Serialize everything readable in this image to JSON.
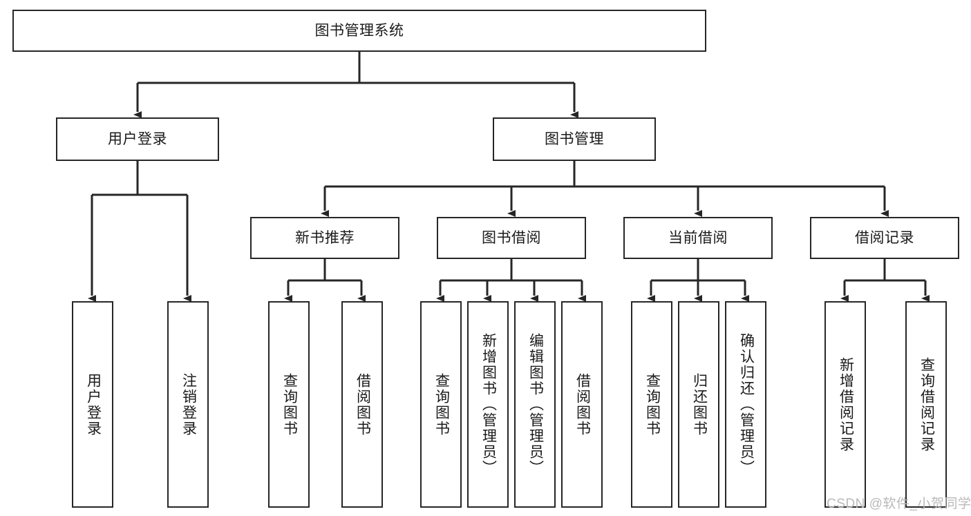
{
  "diagram": {
    "title": "图书管理系统",
    "type": "tree-hierarchy-diagram",
    "colors": {
      "box_border": "#262626",
      "box_fill": "#ffffff",
      "connector": "#262626",
      "background": "#ffffff",
      "watermark": "#b9b9b9"
    },
    "root": {
      "label": "图书管理系统",
      "orientation": "horizontal"
    },
    "level2": [
      {
        "label": "用户登录",
        "orientation": "horizontal"
      },
      {
        "label": "图书管理",
        "orientation": "horizontal"
      }
    ],
    "level3": [
      {
        "label": "新书推荐",
        "orientation": "horizontal"
      },
      {
        "label": "图书借阅",
        "orientation": "horizontal"
      },
      {
        "label": "当前借阅",
        "orientation": "horizontal"
      },
      {
        "label": "借阅记录",
        "orientation": "horizontal"
      }
    ],
    "leaves": {
      "user_login": [
        {
          "label": "用户登录",
          "orientation": "vertical"
        },
        {
          "label": "注销登录",
          "orientation": "vertical"
        }
      ],
      "new_book_recommend": [
        {
          "label": "查询图书",
          "orientation": "vertical"
        },
        {
          "label": "借阅图书",
          "orientation": "vertical"
        }
      ],
      "book_borrow": [
        {
          "label": "查询图书",
          "orientation": "vertical"
        },
        {
          "label": "新增图书（管理员）",
          "orientation": "vertical"
        },
        {
          "label": "编辑图书（管理员）",
          "orientation": "vertical"
        },
        {
          "label": "借阅图书",
          "orientation": "vertical"
        }
      ],
      "current_borrow": [
        {
          "label": "查询图书",
          "orientation": "vertical"
        },
        {
          "label": "归还图书",
          "orientation": "vertical"
        },
        {
          "label": "确认归还（管理员）",
          "orientation": "vertical"
        }
      ],
      "borrow_record": [
        {
          "label": "新增借阅记录",
          "orientation": "vertical"
        },
        {
          "label": "查询借阅记录",
          "orientation": "vertical"
        }
      ]
    }
  },
  "watermark": {
    "text": "CSDN @软件_小贺同学"
  }
}
